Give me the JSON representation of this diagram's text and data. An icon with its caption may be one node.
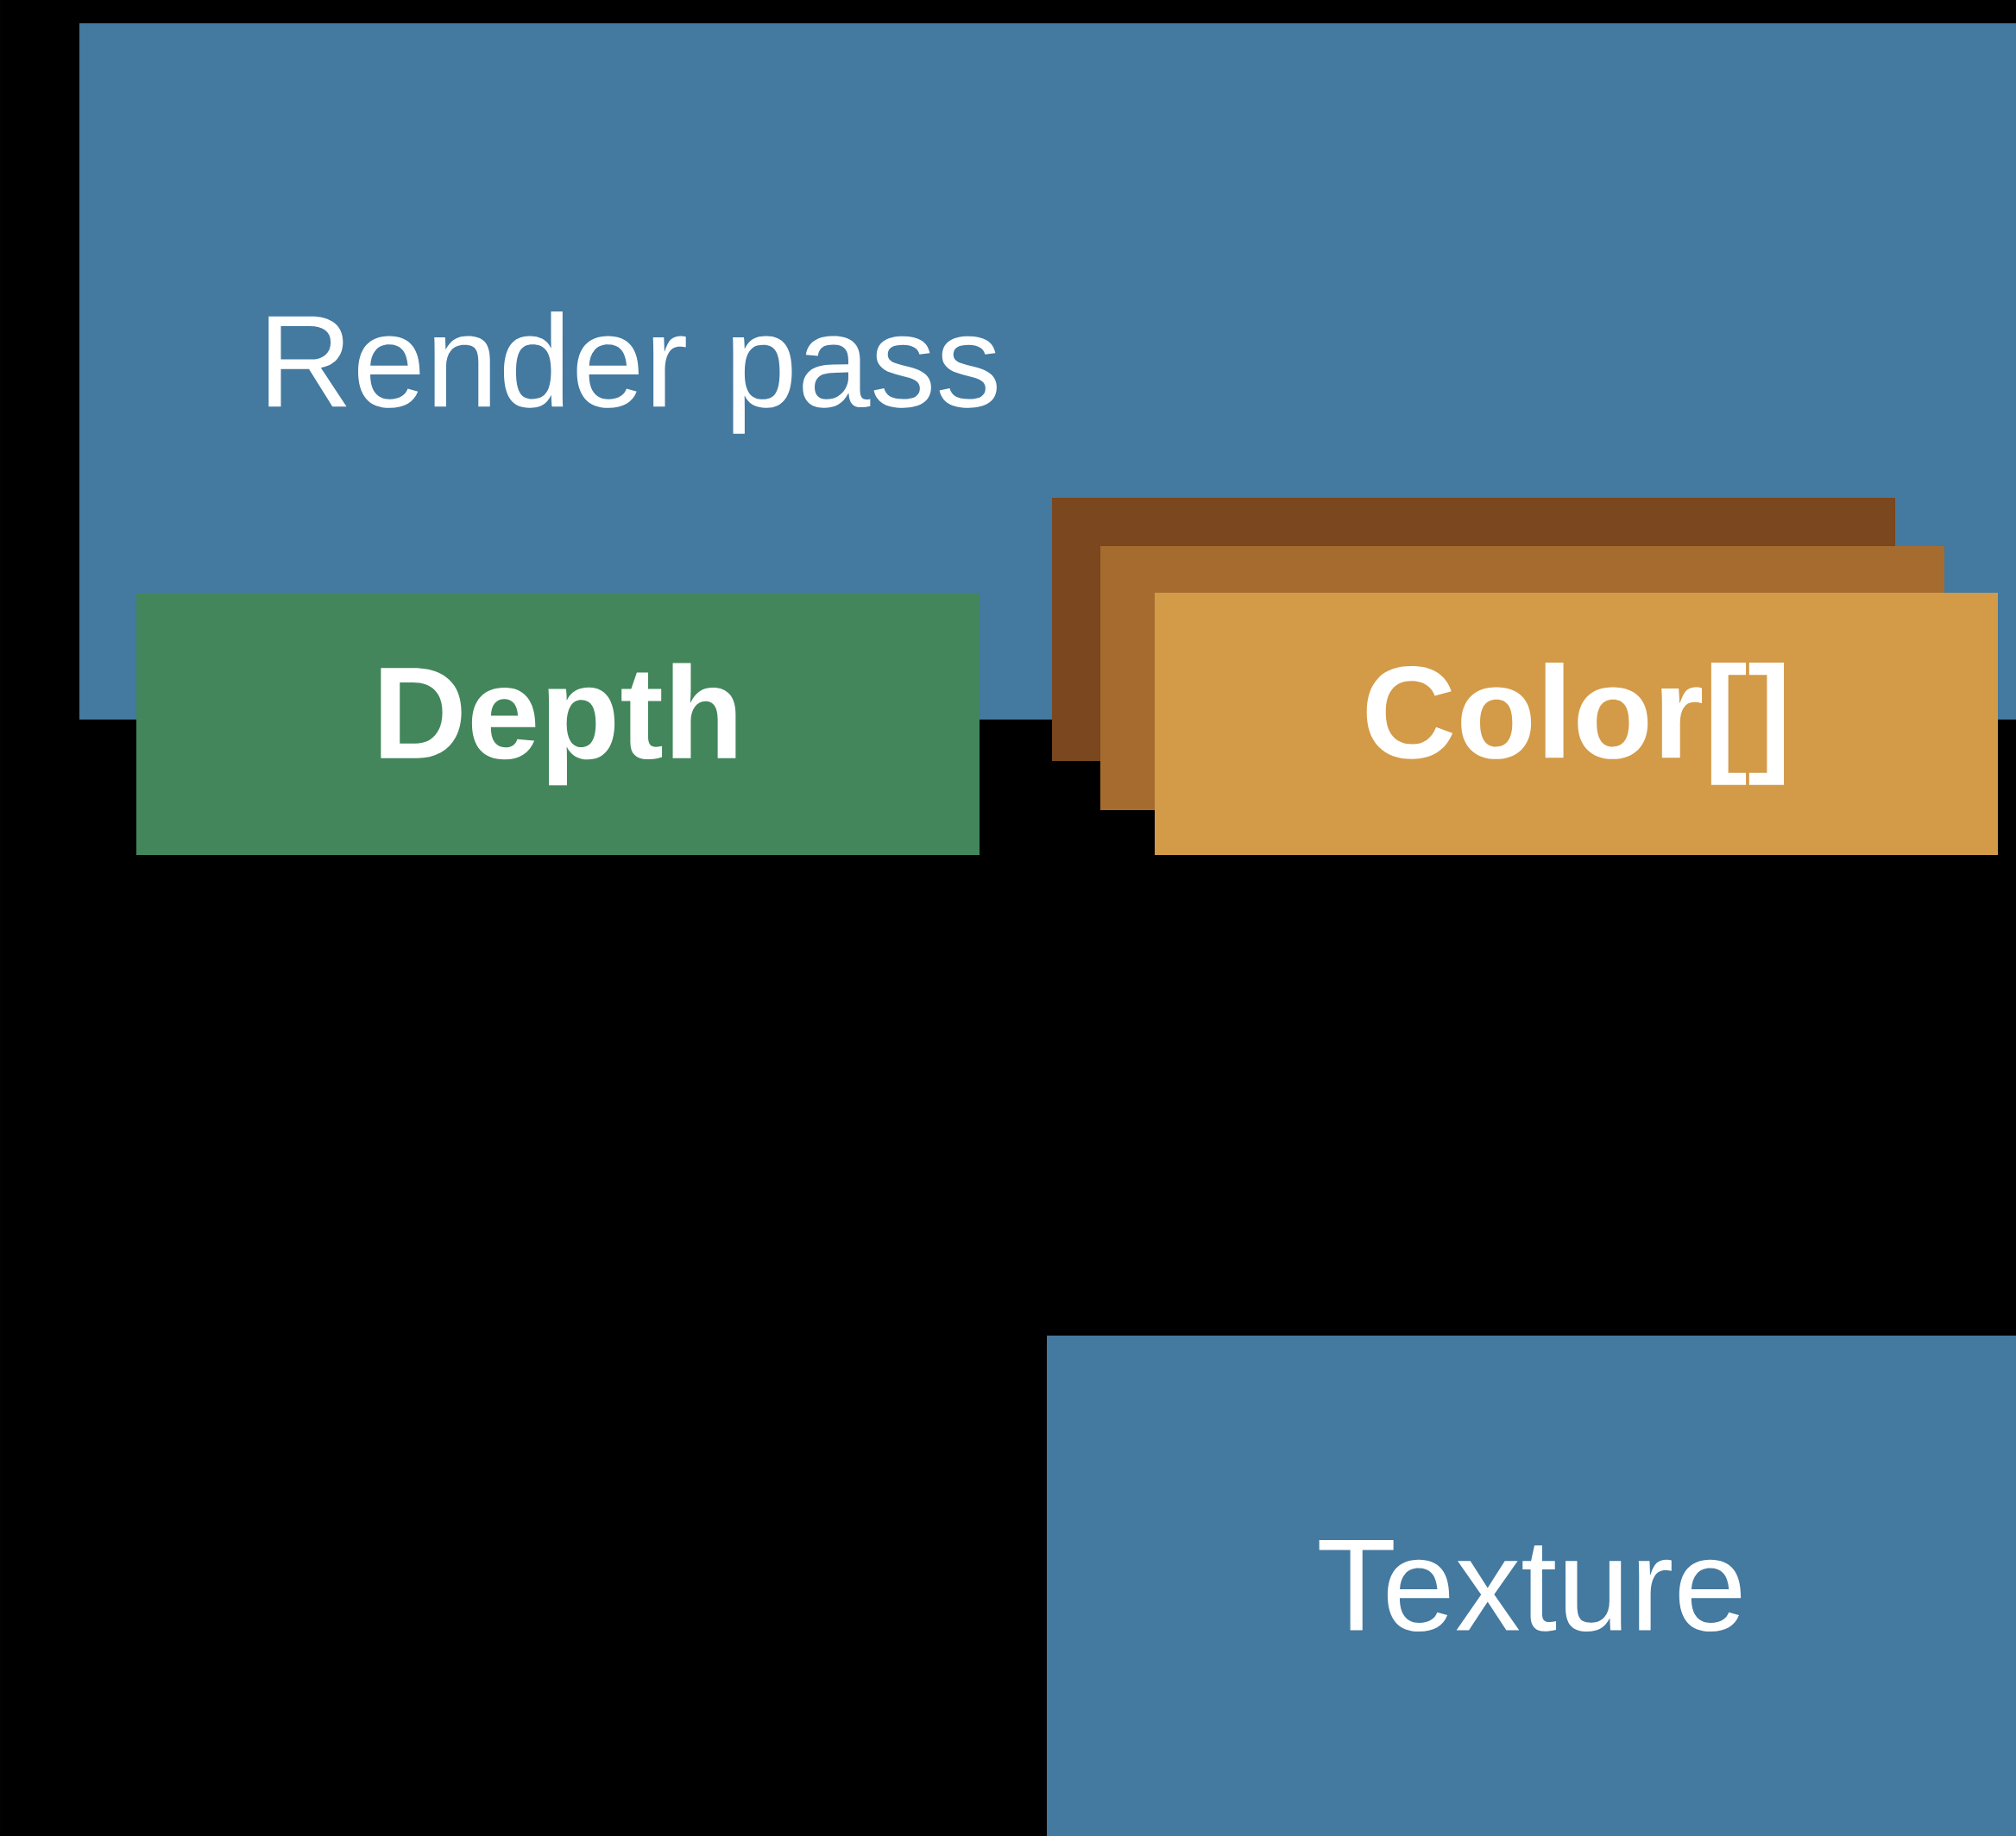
{
  "diagram": {
    "nodes": [
      {
        "text": [
          "Render pass"
        ]
      },
      {
        "text": [
          "Depth"
        ]
      },
      {
        "text": [],
        "shape": "box"
      },
      {
        "text": [],
        "shape": "box"
      },
      {
        "text": [
          "Color[]"
        ]
      },
      {
        "text": [
          "Texture"
        ]
      }
    ]
  }
}
